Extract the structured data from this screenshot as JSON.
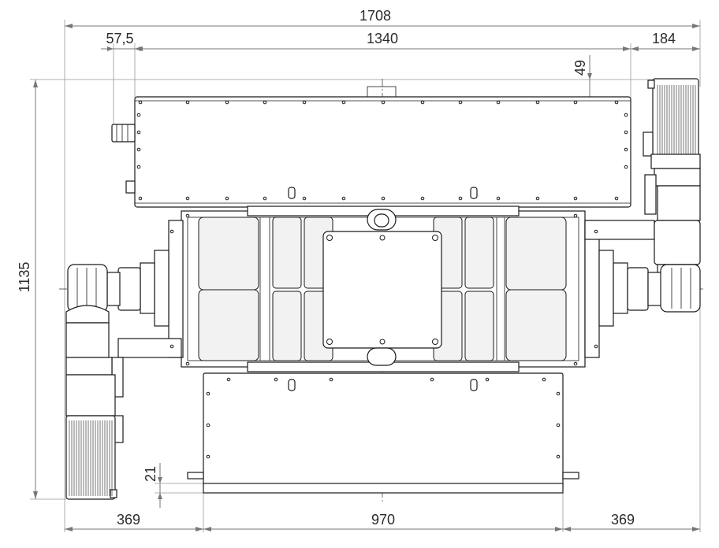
{
  "dimensions": {
    "overall_width": "1708",
    "left_offset": "57,5",
    "top_box_width": "1340",
    "right_offset": "184",
    "top_gap": "49",
    "overall_height": "1135",
    "bottom_gap": "21",
    "bottom_left": "369",
    "bottom_center": "970",
    "bottom_right": "369"
  },
  "colors": {
    "line": "#1a1a1a",
    "dimension_line": "#777777",
    "background": "#ffffff"
  }
}
